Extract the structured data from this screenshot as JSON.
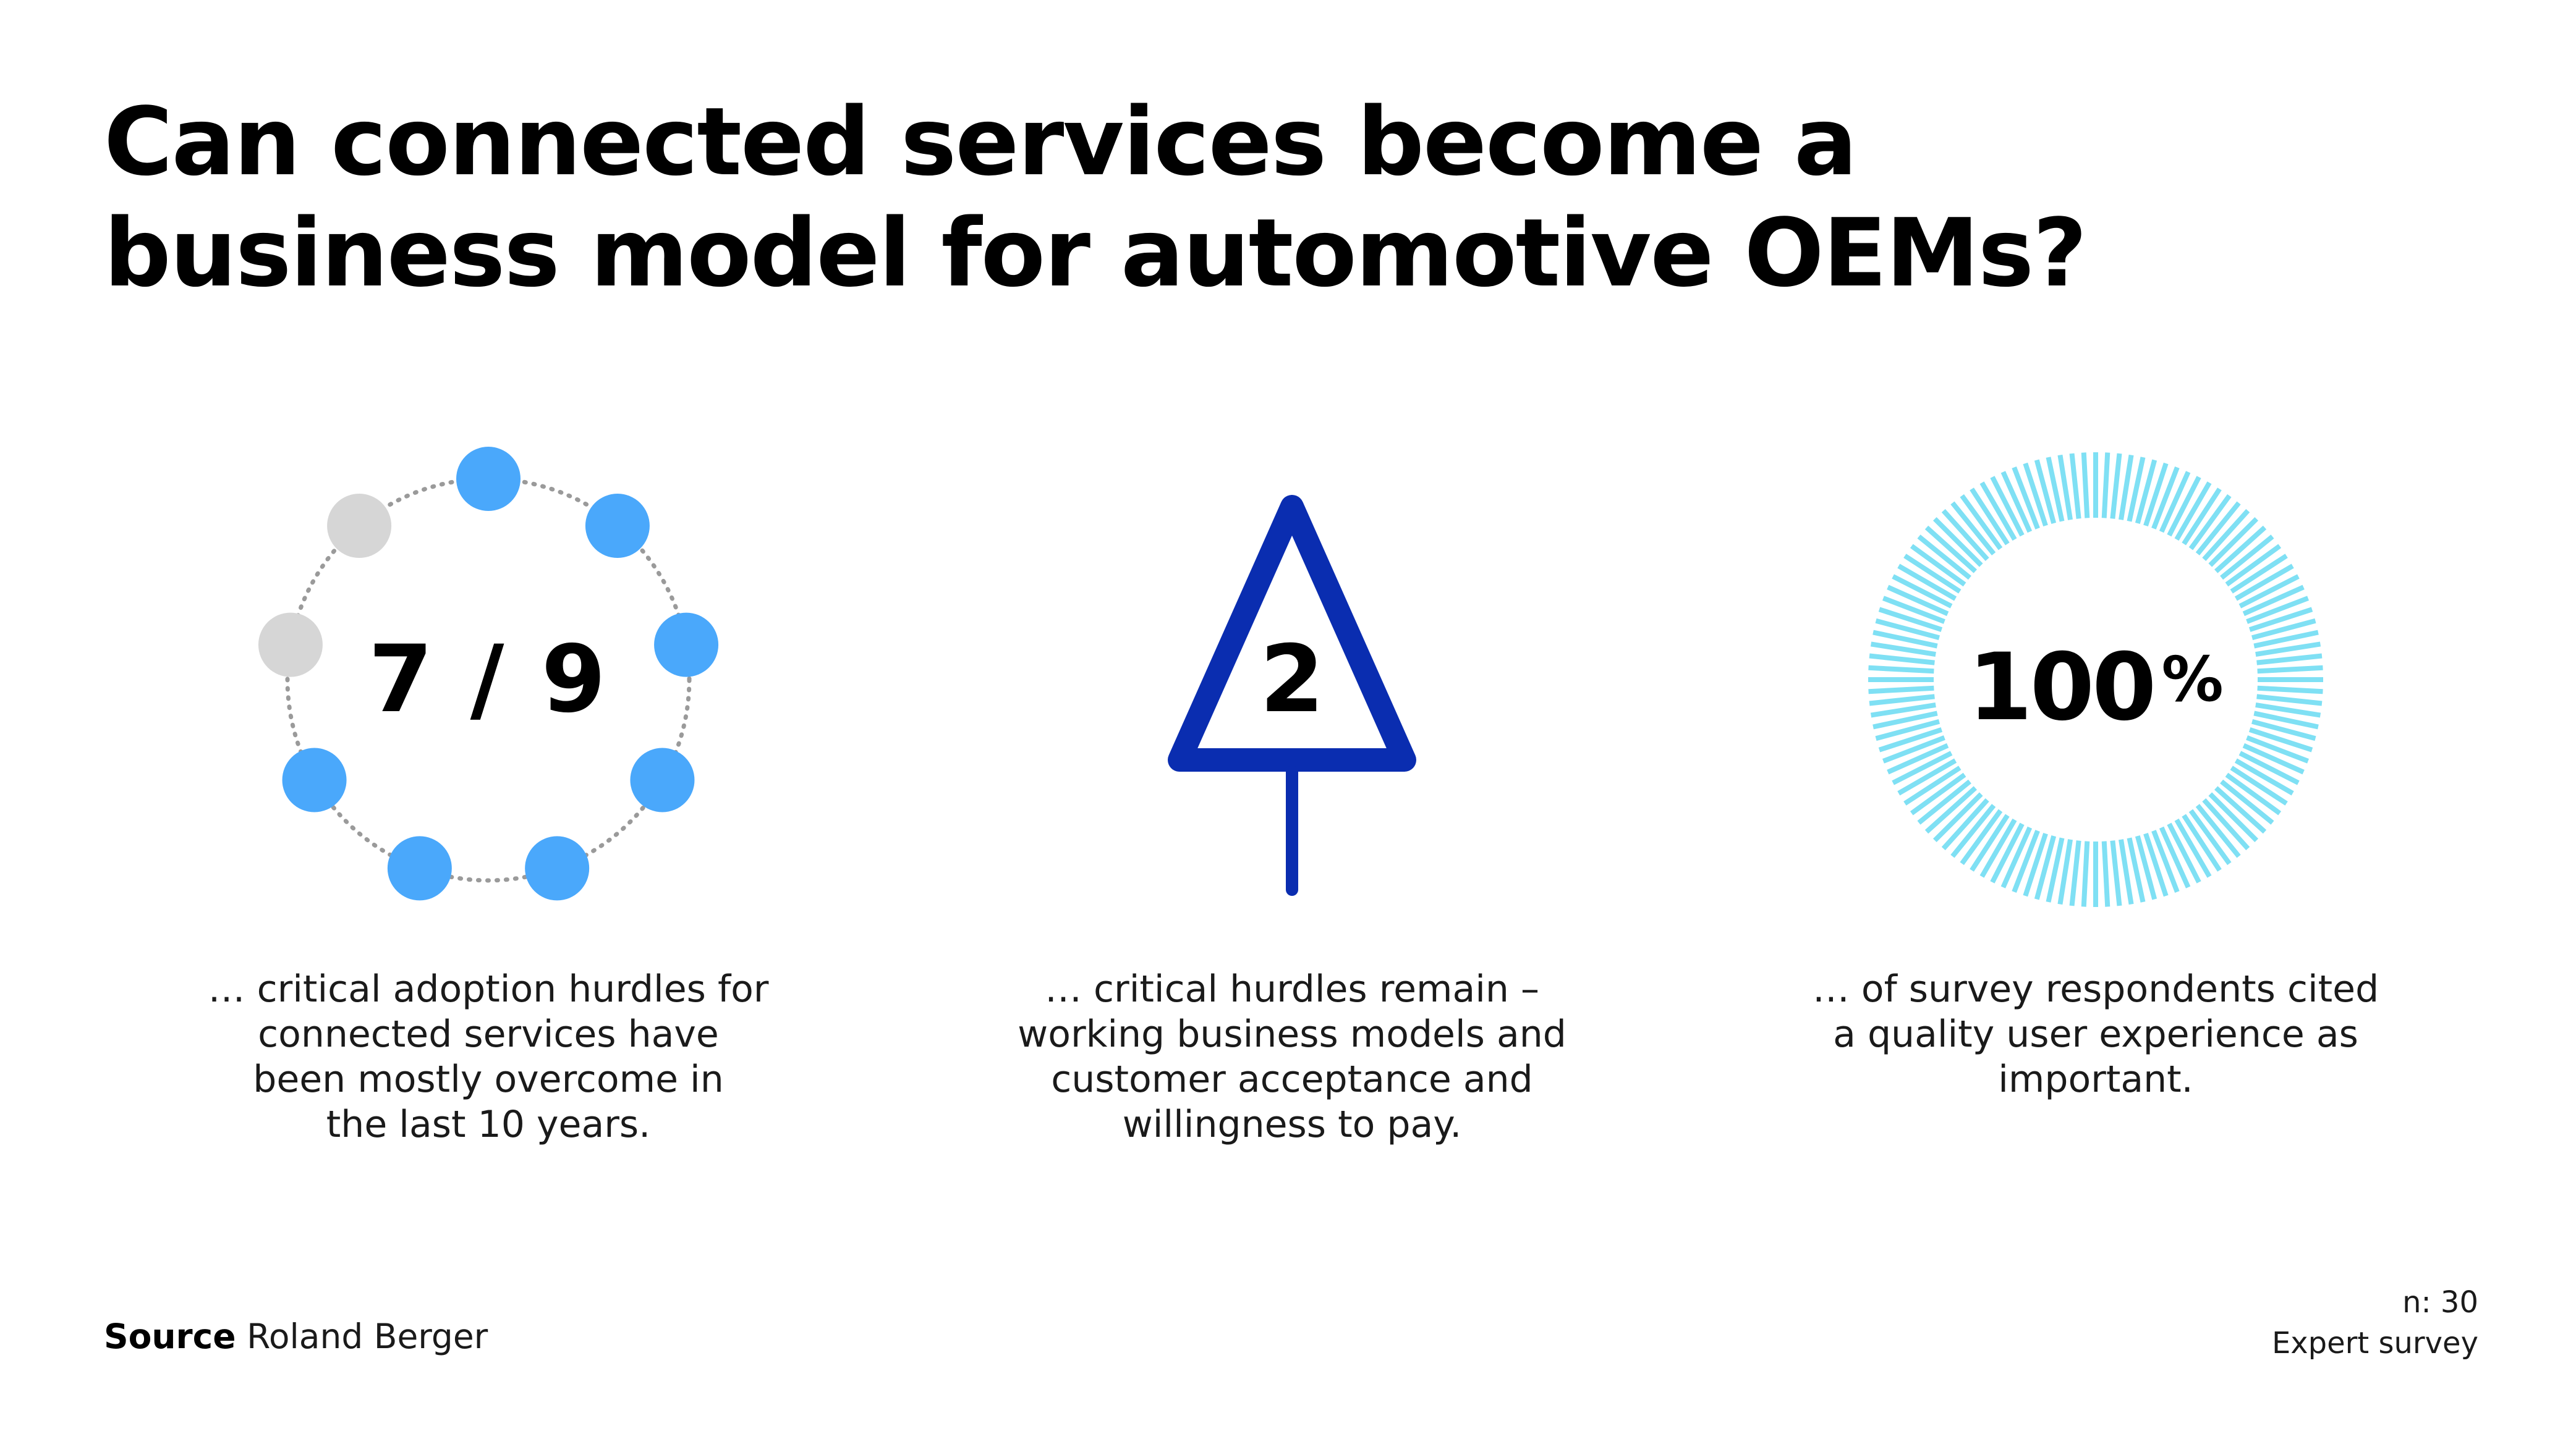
{
  "title": {
    "line1": "Can connected services become a",
    "line2": "business model for automotive OEMs?"
  },
  "stats": [
    {
      "value": "7 / 9",
      "overcome_count": 7,
      "total_count": 9,
      "caption": [
        "… critical adoption hurdles for",
        "connected services have",
        "been mostly overcome in",
        "the last 10 years."
      ]
    },
    {
      "value": "2",
      "caption": [
        "… critical hurdles remain –",
        "working business models and",
        "customer acceptance and",
        "willingness to pay."
      ]
    },
    {
      "value": "100",
      "unit": "%",
      "caption": [
        "… of survey respondents cited",
        "a quality user experience as",
        "important."
      ]
    }
  ],
  "source": {
    "label": "Source",
    "text": "Roland Berger"
  },
  "note": {
    "sample": "n: 30",
    "type": "Expert survey"
  },
  "colors": {
    "dot_active": "#4aa8fb",
    "dot_inactive": "#d6d6d6",
    "ring_dotted": "#9a9a9a",
    "triangle": "#0a2db0",
    "burst": "#7fe0f4"
  },
  "icons": {
    "stat1": "dotted-ring-of-dots-icon",
    "stat2": "warning-triangle-sign-icon",
    "stat3": "radial-burst-icon"
  }
}
